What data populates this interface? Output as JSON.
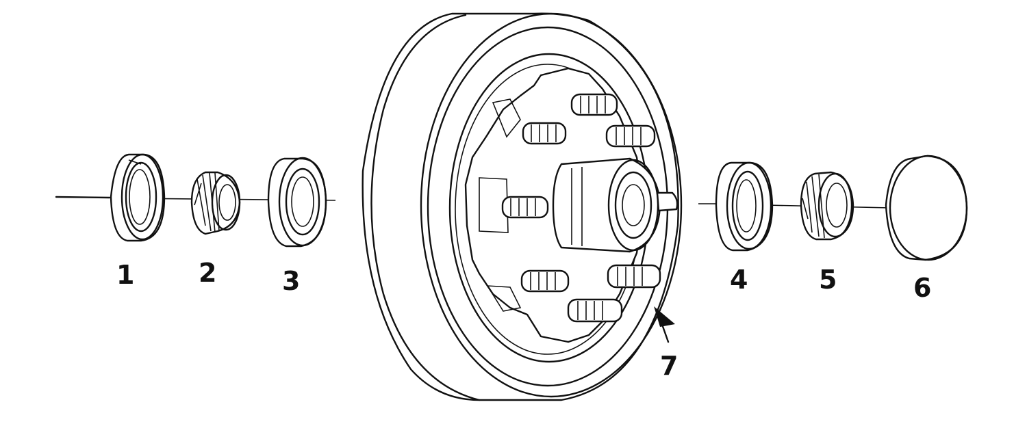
{
  "labels": {
    "p1": "1",
    "p2": "2",
    "p3": "3",
    "p4": "4",
    "p5": "5",
    "p6": "6",
    "p7": "7"
  }
}
